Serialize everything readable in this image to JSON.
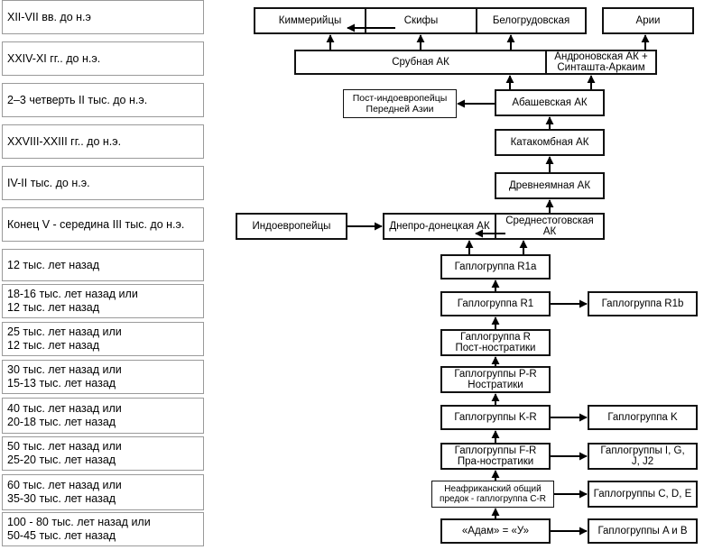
{
  "timeline": [
    "XII-VII вв. до н.э",
    "XXIV-XI гг.. до н.э.",
    "2–3 четверть II тыс. до н.э.",
    "XXVIII-XXIII гг.. до н.э.",
    "IV-II тыс. до н.э.",
    "Конец V - середина III тыс. до н.э.",
    "12 тыс. лет назад",
    "18-16 тыс. лет назад или\n12 тыс. лет назад",
    "25 тыс. лет назад или\n12 тыс. лет назад",
    "30 тыс. лет назад или\n15-13 тыс. лет назад",
    "40 тыс. лет назад или\n20-18 тыс. лет назад",
    "50 тыс. лет назад или\n25-20 тыс. лет назад",
    "60 тыс. лет назад или\n35-30 тыс. лет назад",
    "100 - 80 тыс. лет назад или\n50-45 тыс. лет назад"
  ],
  "nodes": {
    "kimmeriytsy": "Киммерийцы",
    "skify": "Скифы",
    "belogrudovskaya": "Белогрудовская",
    "arii": "Арии",
    "srubnaya": "Срубная АК",
    "andronovskaya": "Андроновская АК +\nСинташта-Аркаим",
    "post_ie": "Пост-индоевропейцы\nПередней Азии",
    "abashevskaya": "Абашевская АК",
    "katakombnaya": "Катакомбная АК",
    "drevneyamnaya": "Древнеямная АК",
    "indoevropeytsy": "Индоевропейцы",
    "dneprodonetskaya": "Днепро-донецкая АК",
    "srednestogovskaya": "Среднестоговская\nАК",
    "r1a": "Гаплогруппа R1a",
    "r1": "Гаплогруппа R1",
    "r1b": "Гаплогруппа R1b",
    "r": "Гаплогруппа R\nПост-ностратики",
    "pr": "Гаплогруппы P-R\nНостратики",
    "kr": "Гаплогруппы K-R",
    "k": "Гаплогруппа K",
    "fr": "Гаплогруппы F-R\nПра-ностратики",
    "igj": "Гаплогруппы I, G,\nJ, J2",
    "cr": "Неафриканский общий\nпредок - гаплогруппа C-R",
    "cde": "Гаплогруппы C, D, E",
    "adam": "«Адам» = «У»",
    "ab": "Гаплогруппы A и B"
  }
}
